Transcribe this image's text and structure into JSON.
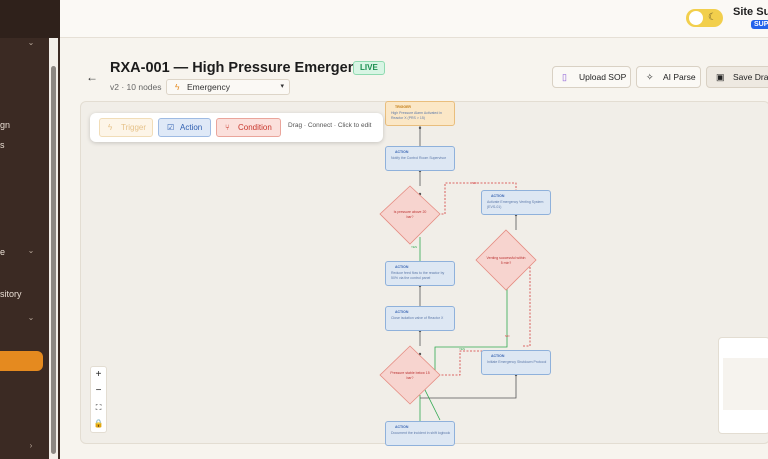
{
  "sidebar": {
    "items": [
      {
        "label": "gn"
      },
      {
        "label": "s"
      },
      {
        "label": "e"
      },
      {
        "label": "sitory"
      }
    ]
  },
  "topbar": {
    "site_name": "Site Sup",
    "site_badge": "SUP"
  },
  "header": {
    "title": "RXA-001 — High Pressure Emergency",
    "status": "LIVE",
    "meta": "v2 · 10 nodes",
    "category": "Emergency",
    "buttons": {
      "upload": "Upload SOP",
      "ai_parse": "AI Parse",
      "save": "Save Draf"
    }
  },
  "canvas_toolbar": {
    "trigger": "Trigger",
    "action": "Action",
    "condition": "Condition",
    "hint": "Drag · Connect · Click to edit"
  },
  "flow": {
    "nodes": [
      {
        "type": "TRIGGER",
        "text": "High Pressure Alarm Activated in Reactor X (PRS > 15)"
      },
      {
        "type": "ACTION",
        "text": "Notify the Control Room Supervisor"
      },
      {
        "type": "CONDITION",
        "text": "Is pressure above 20 bar?"
      },
      {
        "type": "ACTION",
        "text": "Activate Emergency Venting System (EVS-01)"
      },
      {
        "type": "CONDITION",
        "text": "Venting successful within 5 min?"
      },
      {
        "type": "ACTION",
        "text": "Reduce feed flow to the reactor by 50% via the control panel"
      },
      {
        "type": "ACTION",
        "text": "Close isolation valve of Reactor X"
      },
      {
        "type": "CONDITION",
        "text": "Pressure stable below 15 bar?"
      },
      {
        "type": "ACTION",
        "text": "Initiate Emergency Shutdown Protocol"
      },
      {
        "type": "ACTION",
        "text": "Document the incident in shift logbook"
      }
    ],
    "edge_labels": {
      "yes": "YES",
      "no": "NO"
    }
  },
  "colors": {
    "accent": "#e58a1f",
    "live": "#1a8d4e",
    "action_border": "#8fb1db",
    "condition_fill": "#f7d4cf",
    "yes_edge": "#2fa84f",
    "no_edge": "#d33a3a"
  }
}
